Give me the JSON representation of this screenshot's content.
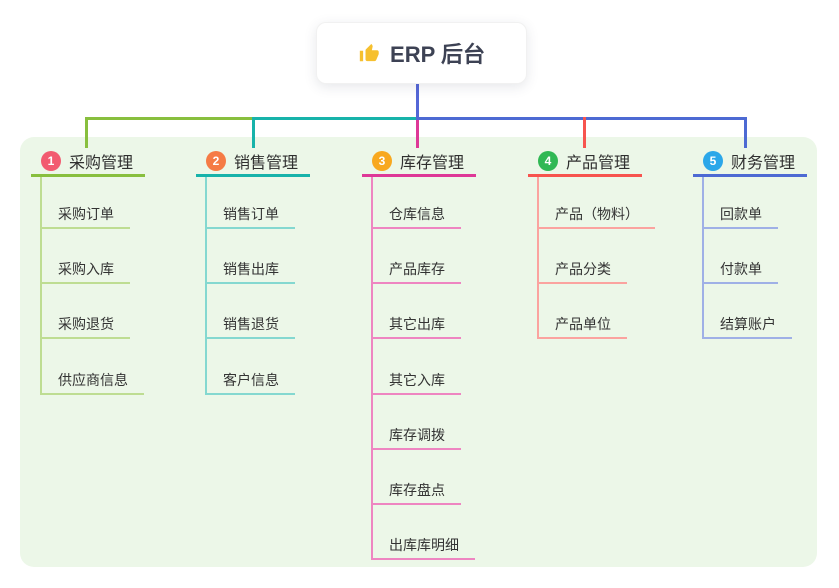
{
  "colors": {
    "panel": "#ecf7e8",
    "root_line": "#5467d7",
    "root_text": "#3d4254",
    "item_text": "#333333",
    "thumb_icon": "#f6c02f"
  },
  "root": {
    "icon": "thumbs-up-icon",
    "label": "ERP 后台"
  },
  "branches": [
    {
      "num": "1",
      "label": "采购管理",
      "color": "#88bf3e",
      "light_color": "#bedd92",
      "badge_color": "#f25b70",
      "children": [
        "采购订单",
        "采购入库",
        "采购退货",
        "供应商信息"
      ]
    },
    {
      "num": "2",
      "label": "销售管理",
      "color": "#17b3aa",
      "light_color": "#84d8d0",
      "badge_color": "#f57b45",
      "children": [
        "销售订单",
        "销售出库",
        "销售退货",
        "客户信息"
      ]
    },
    {
      "num": "3",
      "label": "库存管理",
      "color": "#de3897",
      "light_color": "#ee85c1",
      "badge_color": "#f8a81f",
      "children": [
        "仓库信息",
        "产品库存",
        "其它出库",
        "其它入库",
        "库存调拨",
        "库存盘点",
        "出库库明细"
      ]
    },
    {
      "num": "4",
      "label": "产品管理",
      "color": "#f7544e",
      "light_color": "#fba39f",
      "badge_color": "#30b854",
      "children": [
        "产品（物料）",
        "产品分类",
        "产品单位"
      ]
    },
    {
      "num": "5",
      "label": "财务管理",
      "color": "#4d6ad3",
      "light_color": "#9fb0e6",
      "badge_color": "#2ba7e9",
      "children": [
        "回款单",
        "付款单",
        "结算账户"
      ]
    }
  ]
}
